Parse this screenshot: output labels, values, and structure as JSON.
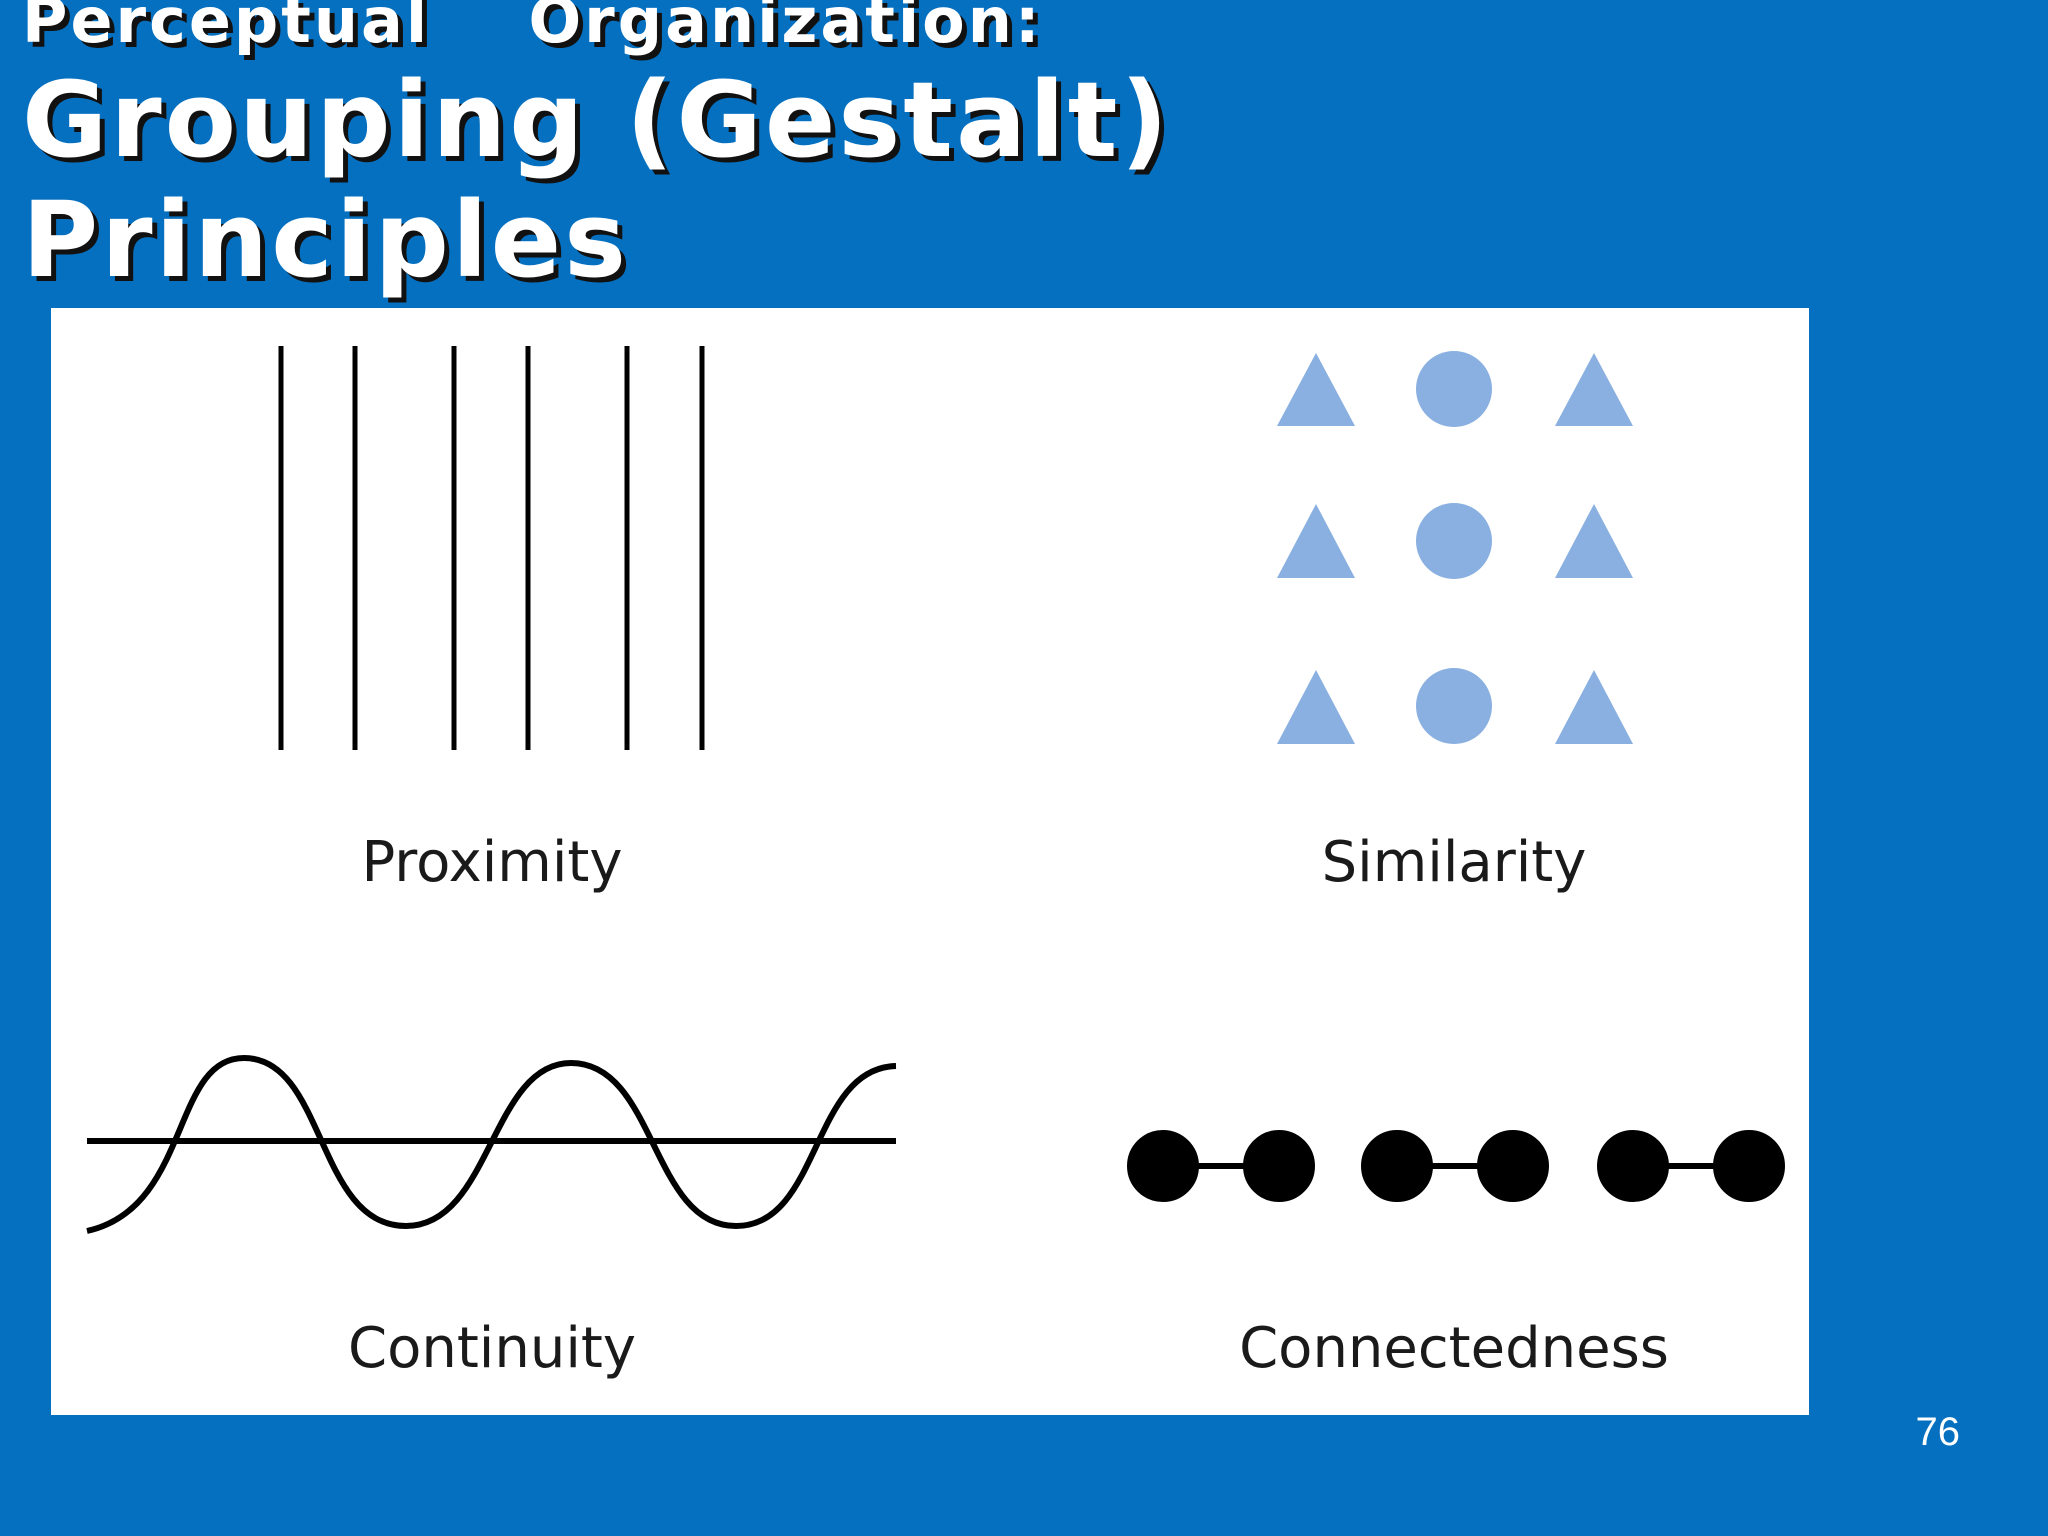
{
  "slide": {
    "title_line1": "Perceptual    Organization:",
    "title_line2": "Grouping (Gestalt)",
    "title_line3": "Principles",
    "page_number": "76",
    "background_color": "#0670C0"
  },
  "figure": {
    "panels": [
      {
        "key": "proximity",
        "label": "Proximity"
      },
      {
        "key": "similarity",
        "label": "Similarity"
      },
      {
        "key": "continuity",
        "label": "Continuity"
      },
      {
        "key": "connectedness",
        "label": "Connectedness"
      }
    ],
    "shape_color": "#89B0E0",
    "line_color": "#000000"
  }
}
